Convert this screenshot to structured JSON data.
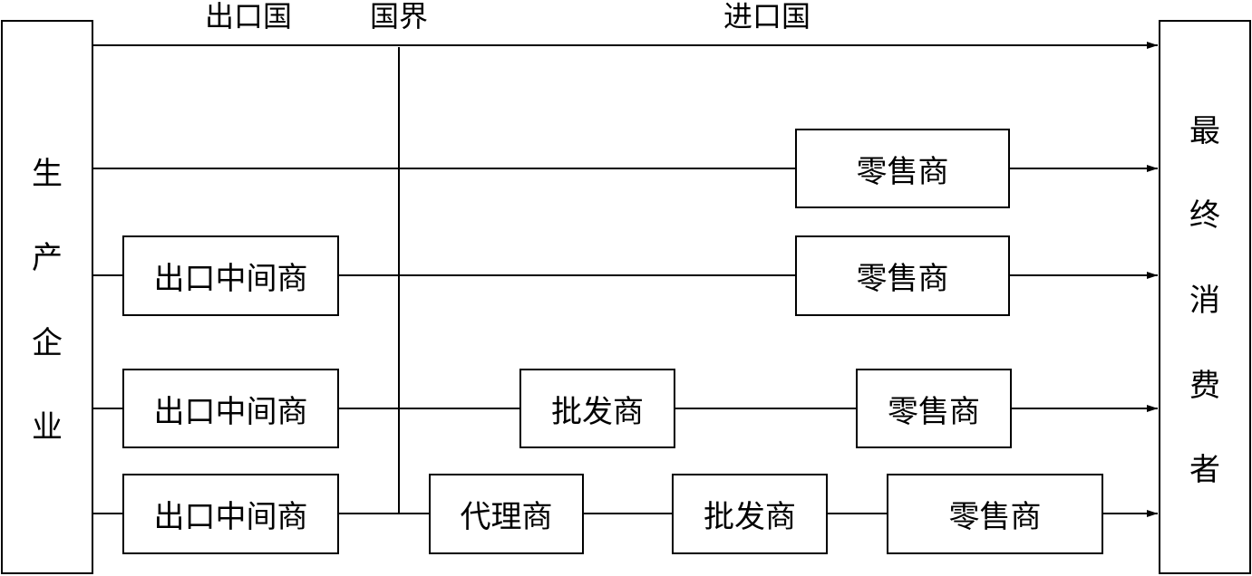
{
  "headers": {
    "exporting_country": "出口国",
    "border": "国界",
    "importing_country": "进口国"
  },
  "producer": [
    "生",
    "产",
    "企",
    "业"
  ],
  "consumer": [
    "最",
    "终",
    "消",
    "费",
    "者"
  ],
  "channels": [
    {
      "nodes": []
    },
    {
      "nodes": [
        "零售商"
      ]
    },
    {
      "nodes": [
        "出口中间商",
        "零售商"
      ]
    },
    {
      "nodes": [
        "出口中间商",
        "批发商",
        "零售商"
      ]
    },
    {
      "nodes": [
        "出口中间商",
        "代理商",
        "批发商",
        "零售商"
      ]
    }
  ]
}
